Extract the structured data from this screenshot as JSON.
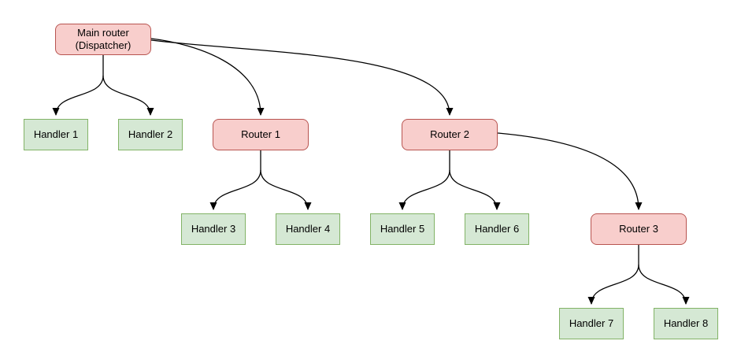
{
  "diagram": {
    "type": "tree",
    "background": "#ffffff",
    "nodes": {
      "main_router": {
        "label": "Main router\n(Dispatcher)",
        "type": "router"
      },
      "handler1": {
        "label": "Handler 1",
        "type": "handler"
      },
      "handler2": {
        "label": "Handler 2",
        "type": "handler"
      },
      "router1": {
        "label": "Router 1",
        "type": "router"
      },
      "router2": {
        "label": "Router 2",
        "type": "router"
      },
      "handler3": {
        "label": "Handler 3",
        "type": "handler"
      },
      "handler4": {
        "label": "Handler 4",
        "type": "handler"
      },
      "handler5": {
        "label": "Handler 5",
        "type": "handler"
      },
      "handler6": {
        "label": "Handler 6",
        "type": "handler"
      },
      "router3": {
        "label": "Router 3",
        "type": "router"
      },
      "handler7": {
        "label": "Handler 7",
        "type": "handler"
      },
      "handler8": {
        "label": "Handler 8",
        "type": "handler"
      }
    },
    "edges": [
      {
        "from": "main_router",
        "to": "handler1"
      },
      {
        "from": "main_router",
        "to": "handler2"
      },
      {
        "from": "main_router",
        "to": "router1"
      },
      {
        "from": "main_router",
        "to": "router2"
      },
      {
        "from": "router1",
        "to": "handler3"
      },
      {
        "from": "router1",
        "to": "handler4"
      },
      {
        "from": "router2",
        "to": "handler5"
      },
      {
        "from": "router2",
        "to": "handler6"
      },
      {
        "from": "router2",
        "to": "router3"
      },
      {
        "from": "router3",
        "to": "handler7"
      },
      {
        "from": "router3",
        "to": "handler8"
      }
    ],
    "colors": {
      "router_fill": "#f8cecc",
      "router_border": "#b85450",
      "handler_fill": "#d5e8d4",
      "handler_border": "#82b366",
      "edge": "#000000",
      "text": "#000000"
    }
  }
}
